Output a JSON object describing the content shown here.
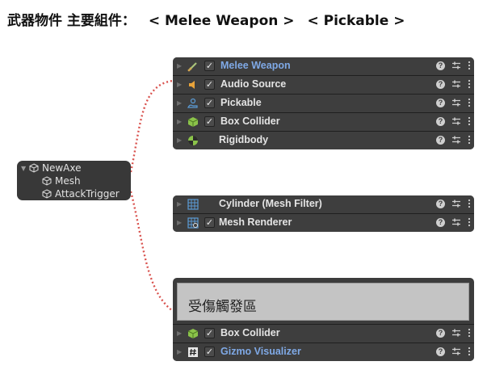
{
  "title": {
    "prefix": "武器物件 主要組件：",
    "tag1": "< Melee Weapon >",
    "tag2": "< Pickable >"
  },
  "hierarchy": {
    "root": "NewAxe",
    "children": [
      "Mesh",
      "AttackTrigger"
    ]
  },
  "panel1": {
    "rows": [
      {
        "label": "Melee Weapon",
        "icon": "sword-icon",
        "checked": true
      },
      {
        "label": "Audio Source",
        "icon": "speaker-icon",
        "checked": true
      },
      {
        "label": "Pickable",
        "icon": "hand-icon",
        "checked": true
      },
      {
        "label": "Box Collider",
        "icon": "cube-collider-icon",
        "checked": true
      },
      {
        "label": "Rigidbody",
        "icon": "rigidbody-icon",
        "checked": false
      }
    ]
  },
  "panel2": {
    "rows": [
      {
        "label": "Cylinder (Mesh Filter)",
        "icon": "grid-icon",
        "checked": false
      },
      {
        "label": "Mesh Renderer",
        "icon": "grid-eye-icon",
        "checked": true
      }
    ]
  },
  "panel3": {
    "label_box": "受傷觸發區",
    "rows": [
      {
        "label": "Box Collider",
        "icon": "cube-collider-icon",
        "checked": true
      },
      {
        "label": "Gizmo Visualizer",
        "icon": "hash-icon",
        "checked": true
      }
    ]
  },
  "colors": {
    "panel_bg": "#3e3e3e",
    "script_label": "#7fa9e6",
    "connector": "#d9534f"
  }
}
